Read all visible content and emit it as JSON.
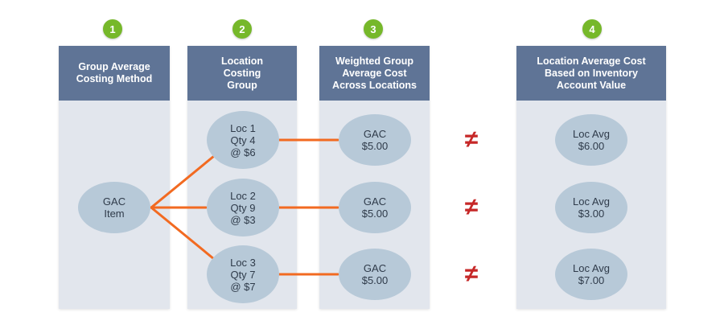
{
  "colors": {
    "badge": "#76b82a",
    "header": "#5f7496",
    "panel": "#e2e6ed",
    "node": "#b7c9d8",
    "connector": "#f26a21",
    "not_equal": "#c62828"
  },
  "columns": [
    {
      "badge": "1",
      "header": "Group Average\nCosting Method"
    },
    {
      "badge": "2",
      "header": "Location\nCosting\nGroup"
    },
    {
      "badge": "3",
      "header": "Weighted Group\nAverage Cost\nAcross Locations"
    },
    {
      "badge": "4",
      "header": "Location Average Cost\nBased on Inventory\nAccount Value"
    }
  ],
  "gac_item": "GAC\nItem",
  "locations": [
    "Loc 1\nQty 4\n@ $6",
    "Loc 2\nQty 9\n@ $3",
    "Loc 3\nQty 7\n@ $7"
  ],
  "gac_values": [
    "GAC\n$5.00",
    "GAC\n$5.00",
    "GAC\n$5.00"
  ],
  "not_equal_symbol": "≠",
  "loc_averages": [
    "Loc Avg\n$6.00",
    "Loc Avg\n$3.00",
    "Loc Avg\n$7.00"
  ]
}
